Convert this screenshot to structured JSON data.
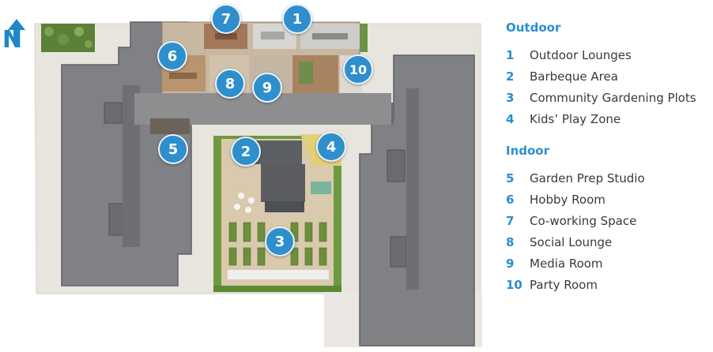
{
  "compass": {
    "letter": "N",
    "icon": "north-arrow-icon"
  },
  "legend": {
    "outdoor": {
      "heading": "Outdoor",
      "items": [
        {
          "num": "1",
          "label": "Outdoor Lounges"
        },
        {
          "num": "2",
          "label": "Barbeque Area"
        },
        {
          "num": "3",
          "label": "Community Gardening Plots"
        },
        {
          "num": "4",
          "label": "Kids’ Play Zone"
        }
      ]
    },
    "indoor": {
      "heading": "Indoor",
      "items": [
        {
          "num": "5",
          "label": "Garden Prep Studio"
        },
        {
          "num": "6",
          "label": "Hobby Room"
        },
        {
          "num": "7",
          "label": "Co-working Space"
        },
        {
          "num": "8",
          "label": "Social Lounge"
        },
        {
          "num": "9",
          "label": "Media Room"
        },
        {
          "num": "10",
          "label": "Party Room"
        }
      ]
    }
  },
  "markers": [
    "1",
    "2",
    "3",
    "4",
    "5",
    "6",
    "7",
    "8",
    "9",
    "10"
  ],
  "colors": {
    "accent": "#2e8fcc",
    "building_roof": "#7b7d80",
    "terrace": "#e9e6e1",
    "garden": "#6f9a3e"
  }
}
